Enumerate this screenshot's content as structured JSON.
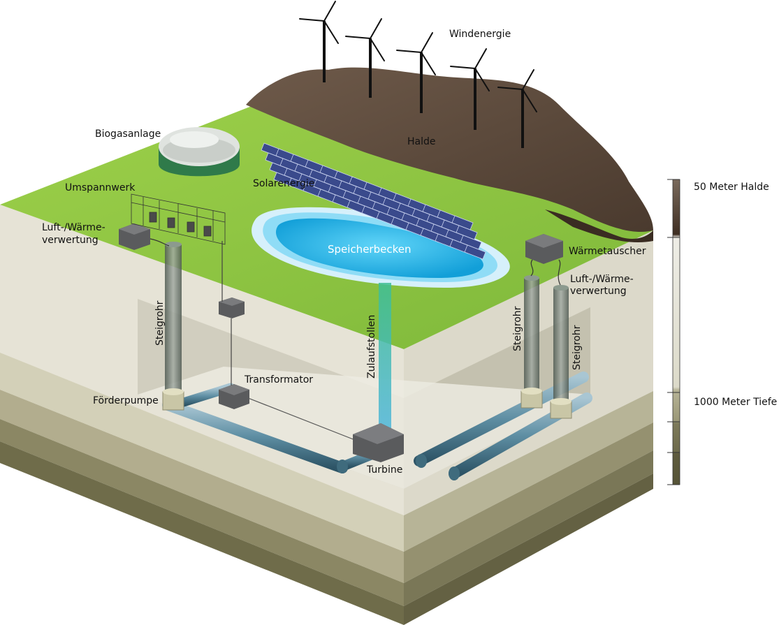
{
  "labels": {
    "windenergie": "Windenergie",
    "biogasanlage": "Biogasanlage",
    "halde": "Halde",
    "solarenergie": "Solarenergie",
    "umspannwerk": "Umspannwerk",
    "luft_waerme_left_1": "Luft-/Wärme-",
    "luft_waerme_left_2": "verwertung",
    "speicherbecken": "Speicherbecken",
    "waermetauscher": "Wärmetauscher",
    "luft_waerme_right_1": "Luft-/Wärme-",
    "luft_waerme_right_2": "verwertung",
    "steigrohr_left": "Steigrohr",
    "steigrohr_right_a": "Steigrohr",
    "steigrohr_right_b": "Steigrohr",
    "zulaufstollen": "Zulaufstollen",
    "transformator": "Transformator",
    "foerderpumpe": "Förderpumpe",
    "turbine": "Turbine"
  },
  "scale": {
    "top_label": "50 Meter Halde",
    "bottom_label": "1000 Meter Tiefe"
  },
  "colors": {
    "grass": "#8cc63f",
    "halde": "#5e4a3c",
    "water": "#29b6e8",
    "soil_light": "#dcd9cb",
    "soil_dark": "#6e6c4c",
    "pipe": "#5f8ea3"
  }
}
